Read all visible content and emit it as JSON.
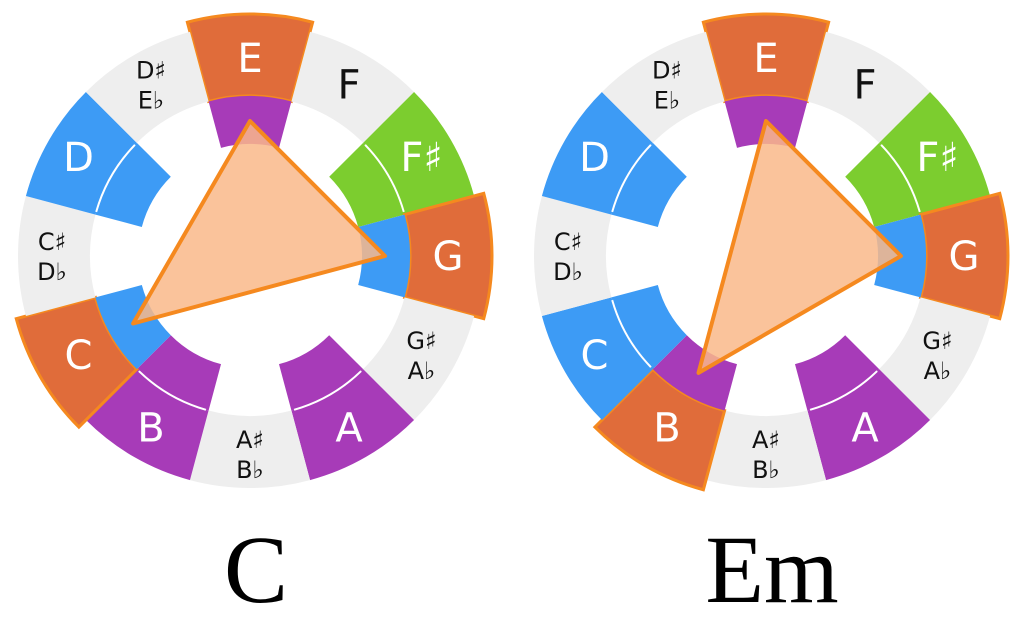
{
  "notes": [
    {
      "id": "E",
      "top": "E",
      "bottom": ""
    },
    {
      "id": "F",
      "top": "F",
      "bottom": ""
    },
    {
      "id": "Fs",
      "top": "F♯",
      "bottom": ""
    },
    {
      "id": "G",
      "top": "G",
      "bottom": ""
    },
    {
      "id": "Gs",
      "top": "G♯",
      "bottom": "A♭"
    },
    {
      "id": "A",
      "top": "A",
      "bottom": ""
    },
    {
      "id": "As",
      "top": "A♯",
      "bottom": "B♭"
    },
    {
      "id": "B",
      "top": "B",
      "bottom": ""
    },
    {
      "id": "C",
      "top": "C",
      "bottom": ""
    },
    {
      "id": "Cs",
      "top": "C♯",
      "bottom": "D♭"
    },
    {
      "id": "D",
      "top": "D",
      "bottom": ""
    },
    {
      "id": "Ds",
      "top": "D♯",
      "bottom": "E♭"
    }
  ],
  "colors": {
    "blue": "#3d9bf5",
    "purple": "#a73bb8",
    "green": "#7ccd2f",
    "orange": "#e06c3a",
    "orange_outline": "#f5891f",
    "gray": "#eeeeee",
    "triangle_fill": "#f9b98a",
    "triangle_stroke": "#f5891f"
  },
  "wheels": [
    {
      "chord": "C",
      "colors": {
        "E": "orange",
        "F": "gray",
        "Fs": "green",
        "G": "orange",
        "Gs": "gray",
        "A": "purple",
        "As": "gray",
        "B": "purple",
        "C": "orange",
        "Cs": "gray",
        "D": "blue",
        "Ds": "gray"
      },
      "inner": {
        "E": "purple",
        "Fs": "green",
        "G": "blue",
        "A": "purple",
        "B": "purple",
        "C": "blue",
        "D": "blue"
      },
      "chord_tones": [
        "C",
        "E",
        "G"
      ]
    },
    {
      "chord": "Em",
      "colors": {
        "E": "orange",
        "F": "gray",
        "Fs": "green",
        "G": "orange",
        "Gs": "gray",
        "A": "purple",
        "As": "gray",
        "B": "orange",
        "C": "blue",
        "Cs": "gray",
        "D": "blue",
        "Ds": "gray"
      },
      "inner": {
        "E": "purple",
        "Fs": "green",
        "G": "blue",
        "A": "purple",
        "B": "purple",
        "C": "blue",
        "D": "blue"
      },
      "chord_tones": [
        "E",
        "G",
        "B"
      ]
    }
  ]
}
